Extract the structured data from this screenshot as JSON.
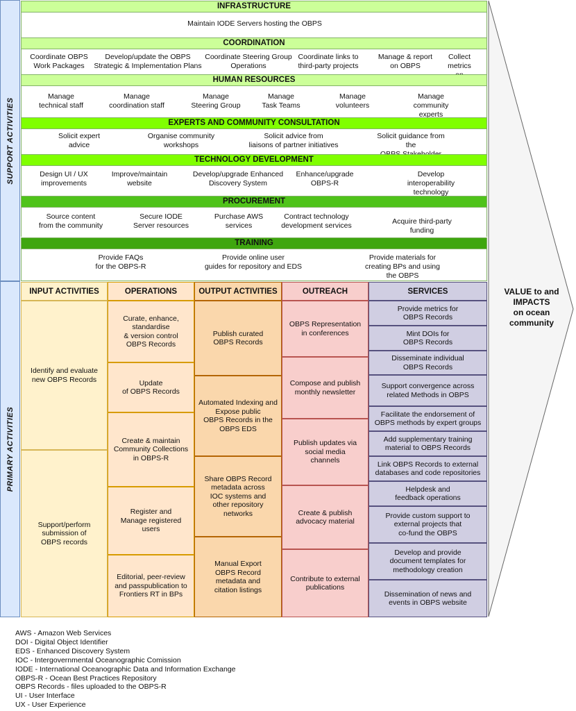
{
  "support_label": "SUPPORT ACTIVITIES",
  "primary_label": "PRIMARY ACTIVITIES",
  "value_label": "VALUE to and\nIMPACTS\non ocean\ncommunity",
  "support_sections": [
    {
      "title": "INFRASTRUCTURE",
      "items": [
        "Maintain IODE Servers hosting the OBPS"
      ]
    },
    {
      "title": "COORDINATION",
      "items": [
        "Coordinate OBPS\nWork Packages",
        "Develop/update the OBPS\nStrategic &  Implementation Plans",
        "Coordinate Steering Group\nOperations",
        "Coordinate links to\nthird-party projects",
        "Manage & report\non OBPS",
        "Collect metrics\non OBPS"
      ]
    },
    {
      "title": "HUMAN RESOURCES",
      "items": [
        "Manage\ntechnical staff",
        "Manage\ncoordination staff",
        "Manage\nSteering Group",
        "Manage\nTask Teams",
        "Manage\nvolunteers",
        "Manage\ncommunity experts"
      ]
    },
    {
      "title": "EXPERTS AND COMMUNITY CONSULTATION",
      "items": [
        "Solicit expert\nadvice",
        "Organise community\nworkshops",
        "Solicit advice from\nliaisons of partner initiatives",
        "Solicit guidance from the\nOBPS Stakeholder Community Forum"
      ]
    },
    {
      "title": "TECHNOLOGY DEVELOPMENT",
      "items": [
        "Design UI / UX\nimprovements",
        "Improve/maintain\nwebsite",
        "Develop/upgrade Enhanced\nDiscovery System",
        "Enhance/upgrade\nOBPS-R",
        "Develop interoperability technology\nwith other systems"
      ]
    },
    {
      "title": "PROCUREMENT",
      "items": [
        "Source content\nfrom the community",
        "Secure IODE\nServer resources",
        "Purchase AWS\nservices",
        "Contract technology\ndevelopment services",
        "Acquire third-party funding"
      ]
    },
    {
      "title": "TRAINING",
      "items": [
        "Provide FAQs\nfor the OBPS-R",
        "Provide online user\nguides for repository and EDS",
        "Provide materials for\ncreating BPs and using the OBPS"
      ]
    }
  ],
  "primary_columns": [
    {
      "title": "INPUT ACTIVITIES",
      "cells": [
        "Identify and evaluate\nnew OBPS Records",
        "Support/perform\nsubmission of\nOBPS records"
      ]
    },
    {
      "title": "OPERATIONS",
      "cells": [
        "Curate, enhance,\nstandardise\n& version control\nOBPS Records",
        "Update\nof OBPS Records",
        "Create & maintain\nCommunity Collections\nin OBPS-R",
        "Register and\nManage registered\nusers",
        "Editorial, peer-review\nand passpublication to\nFrontiers RT in BPs"
      ]
    },
    {
      "title": "OUTPUT ACTIVITIES",
      "cells": [
        "Publish curated\nOBPS Records",
        "Automated Indexing and\nExpose public\nOBPS Records in the\nOBPS EDS",
        "Share OBPS Record\nmetadata across\nIOC systems and\nother repository\nnetworks",
        "Manual Export\nOBPS Record\nmetadata and\ncitation listings"
      ]
    },
    {
      "title": "OUTREACH",
      "cells": [
        "OBPS Representation\nin conferences",
        "Compose and publish\nmonthly newsletter",
        "Publish updates via\nsocial media\nchannels",
        "Create & publish\nadvocacy material",
        "Contribute to external\npublications"
      ]
    },
    {
      "title": "SERVICES",
      "cells": [
        "Provide metrics for\nOBPS Records",
        "Mint DOIs for\nOBPS Records",
        "Disseminate individual\nOBPS Records",
        "Support convergence across\nrelated Methods in OBPS",
        "Facilitate the endorsement of\nOBPS methods by expert groups",
        "Add supplementary training\nmaterial to OBPS Records",
        "Link OBPS Records to external\ndatabases and code repositories",
        "Helpdesk and\nfeedback operations",
        "Provide custom support to\nexternal projects that\nco-fund the OBPS",
        "Develop and provide\ndocument templates for\nmethodology creation",
        "Dissemination of news and\nevents in OBPS website"
      ]
    }
  ],
  "legend": [
    "AWS - Amazon Web Services",
    "DOI - Digital Object Identifier",
    "EDS - Enhanced Discovery System",
    "IOC - Intergovernmental Oceanographic Comission",
    "IODE - International Oceanographic Data and Information Exchange",
    "OBPS-R - Ocean Best Practices Repository",
    "OBPS Records - files uploaded to the OBPS-R",
    "UI - User Interface",
    "UX - User Experience"
  ],
  "colors": {
    "support_bg": "#dae8fc",
    "header_light": "#ccff99",
    "header_mid": "#80ff00",
    "header_dark": "#4fc31a",
    "input": "#fff2cc",
    "operations": "#ffe6cc",
    "output": "#fad7ac",
    "outreach": "#f8cecc",
    "services": "#d0cee2",
    "arrow": "#f5f5f5"
  }
}
